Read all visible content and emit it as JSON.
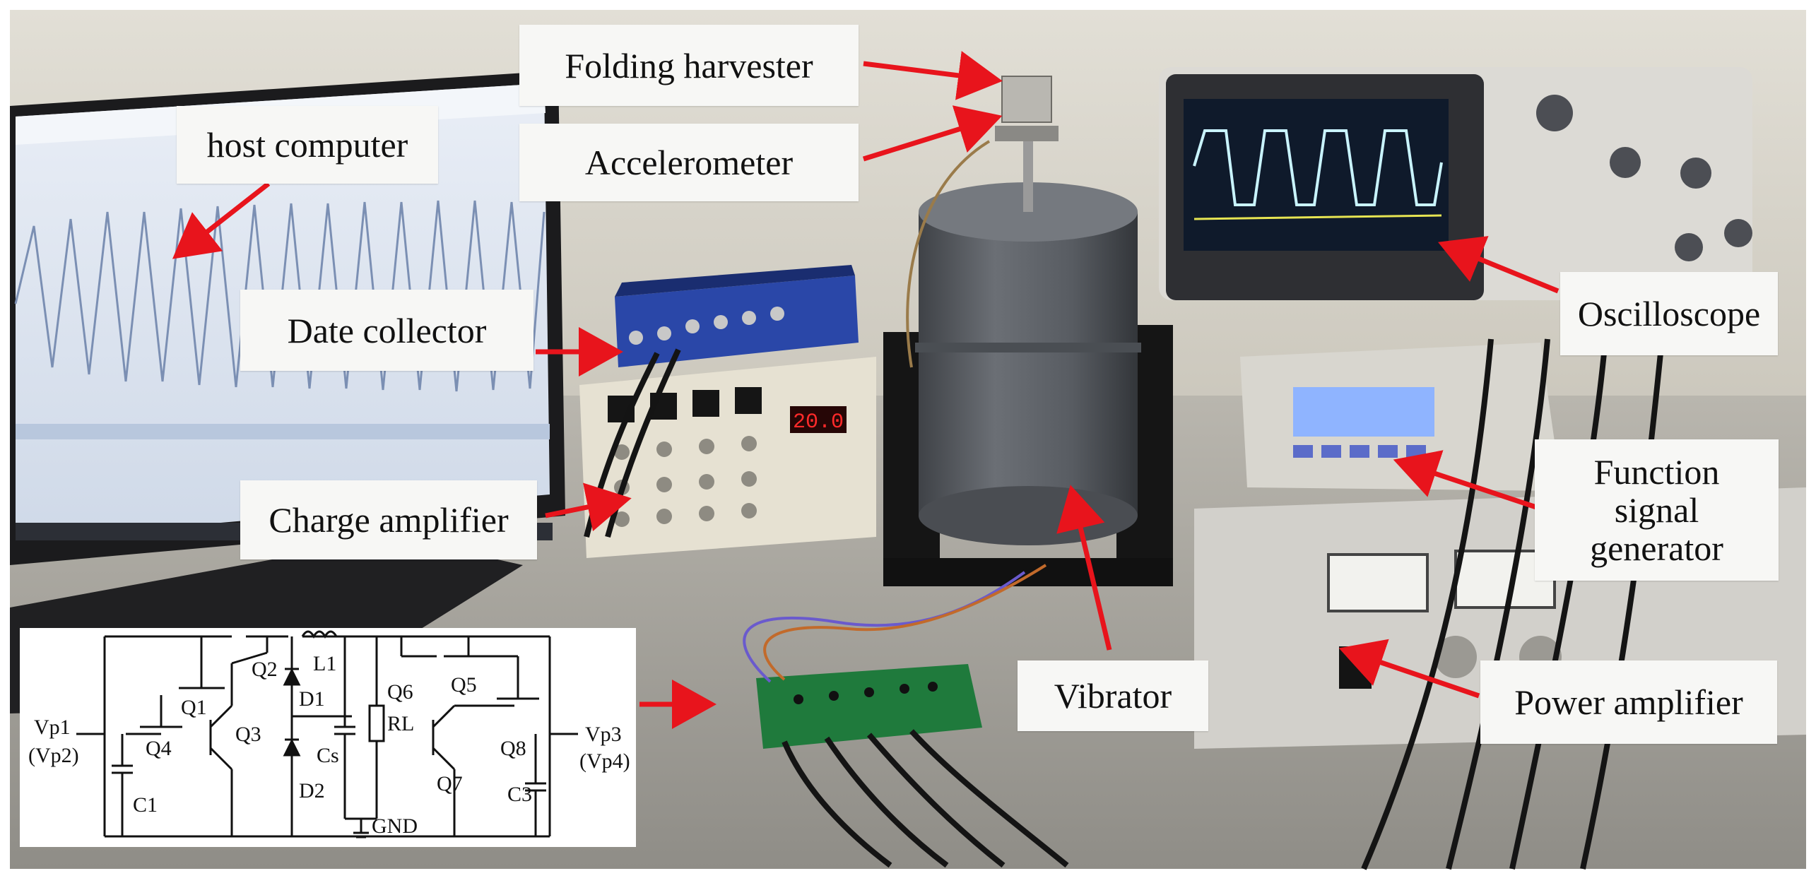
{
  "labels": {
    "folding_harvester": "Folding harvester",
    "accelerometer": "Accelerometer",
    "host_computer": "host computer",
    "date_collector": "Date collector",
    "charge_amplifier": "Charge amplifier",
    "oscilloscope": "Oscilloscope",
    "function_signal_generator": [
      "Function",
      "signal",
      "generator"
    ],
    "vibrator": "Vibrator",
    "power_amplifier": "Power amplifier"
  },
  "instrument_readouts": {
    "charge_amplifier_display": "20.0"
  },
  "circuit": {
    "transistors": [
      "Q1",
      "Q2",
      "Q3",
      "Q4",
      "Q5",
      "Q6",
      "Q7",
      "Q8"
    ],
    "diodes": [
      "D1",
      "D2"
    ],
    "inductor": "L1",
    "capacitors": [
      "C1",
      "Cs",
      "C3"
    ],
    "resistor": "RL",
    "ground": "GND",
    "terminals": {
      "left": {
        "main": "Vp1",
        "alt": "(Vp2)"
      },
      "right": {
        "main": "Vp3",
        "alt": "(Vp4)"
      }
    }
  },
  "colors": {
    "arrow": "#e8141c",
    "background_wall": "#d7d4cb",
    "vibrator_body": "#5d6166",
    "pcb": "#1f7a3c"
  }
}
